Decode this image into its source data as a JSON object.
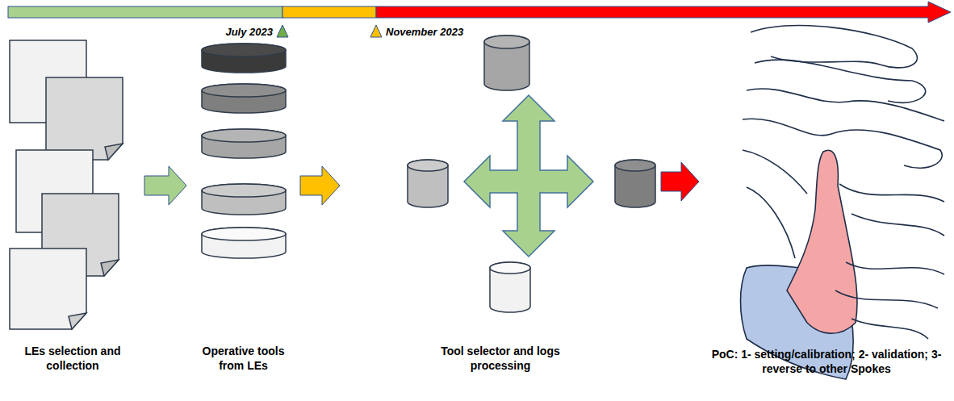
{
  "diagram": {
    "nodes": [
      {
        "text": [
          "LEs selection and collection"
        ]
      },
      {
        "text": [
          "Operative tools from LEs"
        ]
      },
      {
        "text": [
          "Tool selector and logs processing"
        ]
      },
      {
        "text": [
          "PoC: 1- setting/calibration; 2- validation; 3- reverse to other Spokes"
        ]
      }
    ],
    "edges": [
      {
        "from": 0,
        "to": 1,
        "arrow": "to"
      },
      {
        "from": 1,
        "to": 2,
        "arrow": "to"
      },
      {
        "from": 2,
        "to": 3,
        "arrow": "to"
      }
    ],
    "labels": [
      "July 2023",
      "November 2023"
    ]
  }
}
